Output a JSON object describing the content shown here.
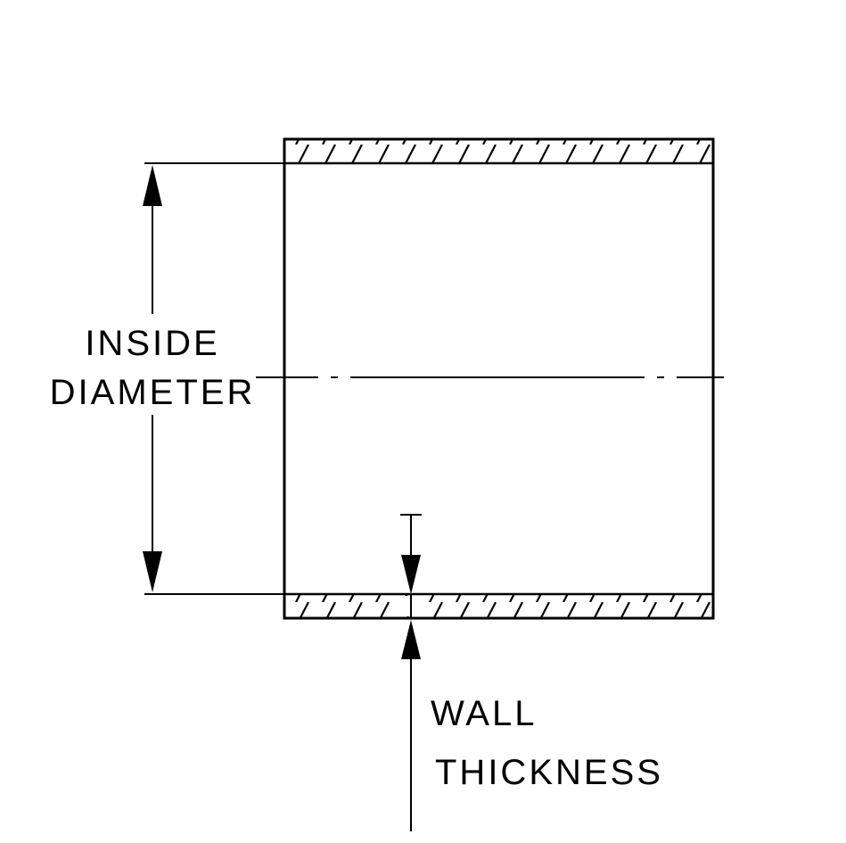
{
  "diagram": {
    "type": "technical-cross-section",
    "labels": {
      "inside_diameter_line1": "INSIDE",
      "inside_diameter_line2": "DIAMETER",
      "wall_thickness_line1": "WALL",
      "wall_thickness_line2": "THICKNESS"
    },
    "colors": {
      "line": "#000000",
      "background": "#ffffff"
    }
  }
}
